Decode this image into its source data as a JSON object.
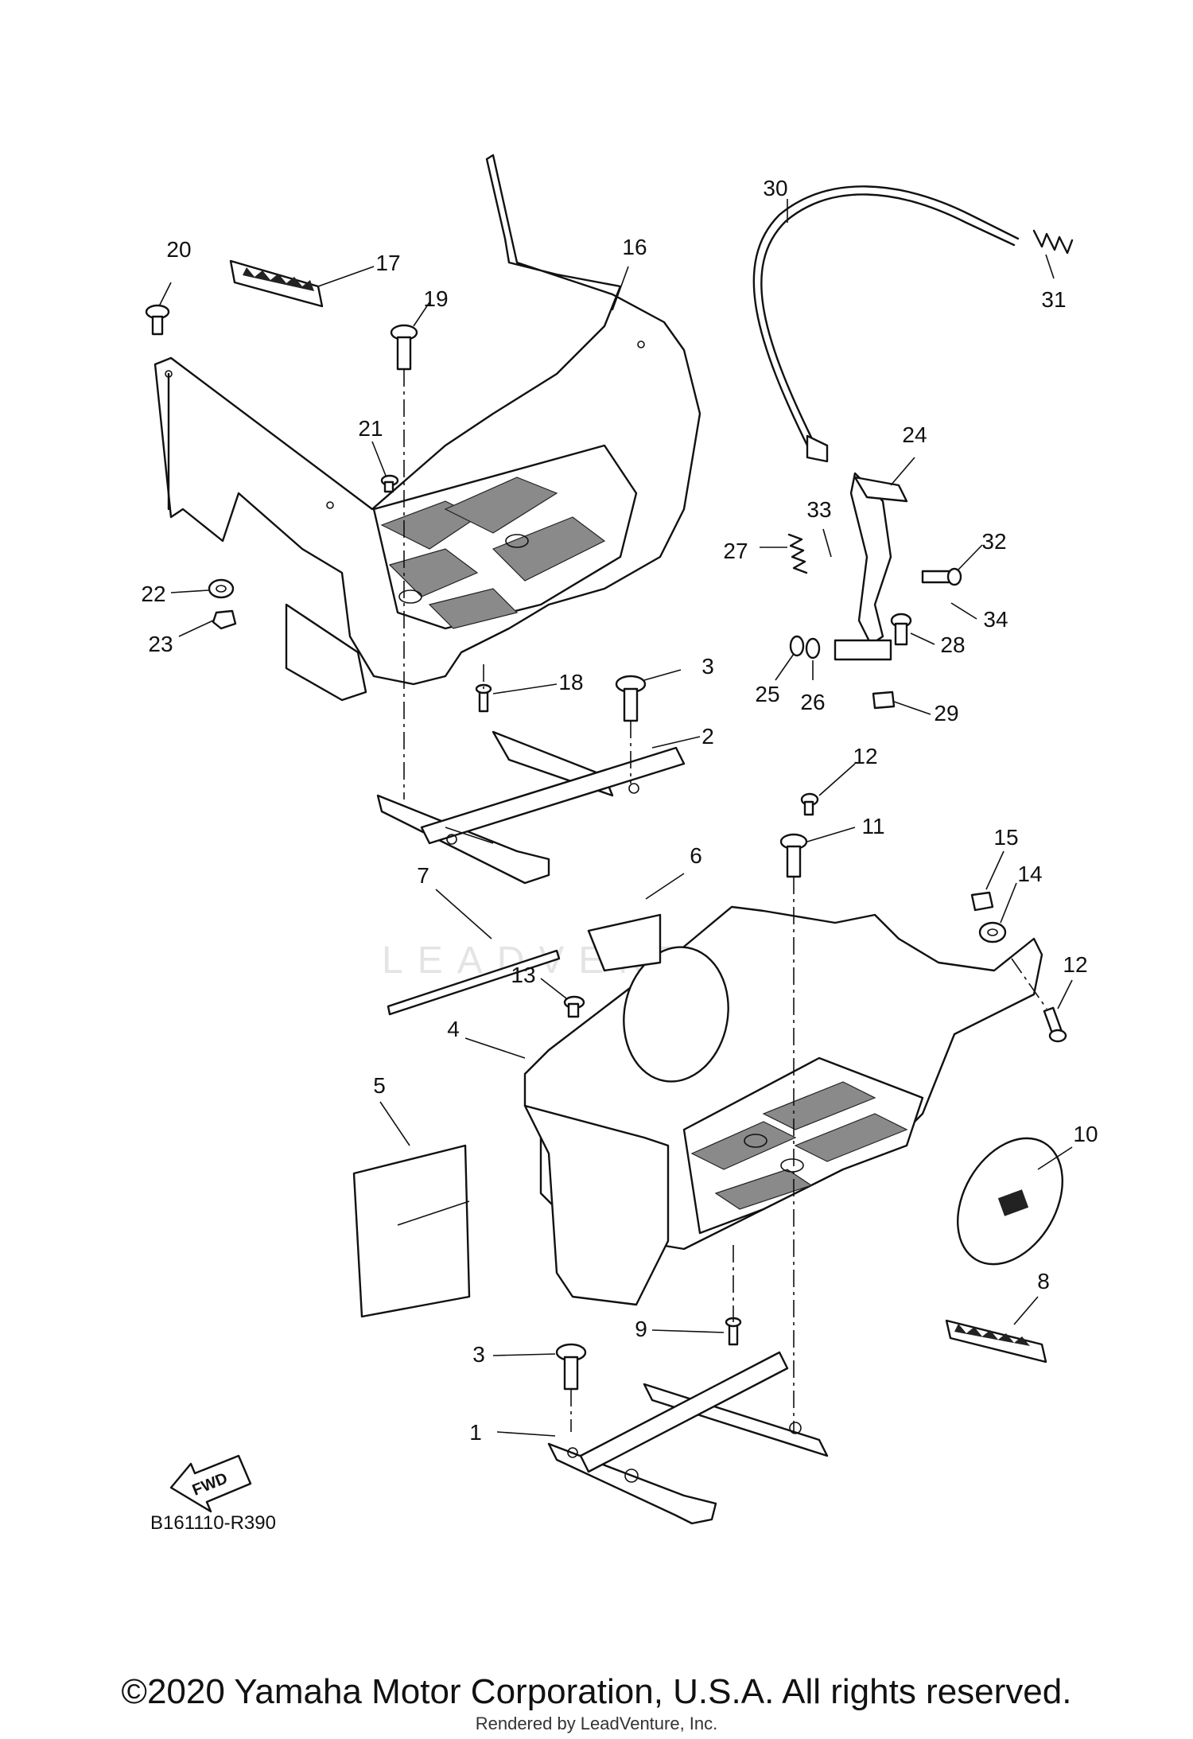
{
  "diagram_code": "B161110-R390",
  "fwd_label": "FWD",
  "callouts": [
    "1",
    "2",
    "3",
    "3",
    "4",
    "5",
    "6",
    "7",
    "8",
    "9",
    "10",
    "11",
    "12",
    "12",
    "13",
    "14",
    "15",
    "16",
    "17",
    "18",
    "19",
    "20",
    "21",
    "22",
    "23",
    "24",
    "25",
    "26",
    "27",
    "28",
    "29",
    "30",
    "31",
    "32",
    "33",
    "34"
  ],
  "footer": {
    "copyright": "©2020 Yamaha Motor Corporation, U.S.A. All rights reserved.",
    "rendered_by": "Rendered by LeadVenture, Inc."
  },
  "watermark": "LEADVENTURE"
}
